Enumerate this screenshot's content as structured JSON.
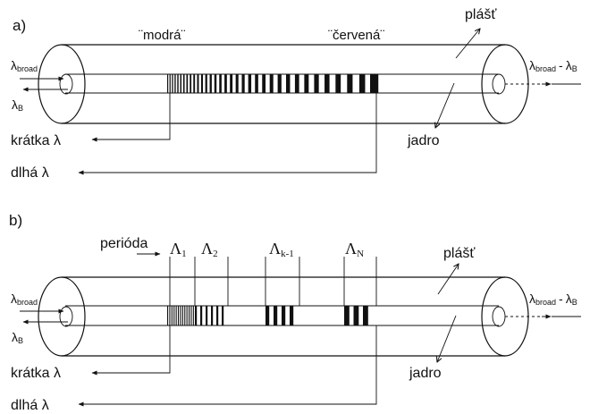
{
  "panel_a": {
    "label": "a)",
    "tag_blue": "¨modrá¨",
    "tag_red": "¨červená¨",
    "cladding": "plášť",
    "core": "jadro",
    "lambda_in_main": "λ",
    "lambda_in_sub": "broad",
    "lambda_refl_main": "λ",
    "lambda_refl_sub": "B",
    "out_main1": "λ",
    "out_sub1": "broad",
    "out_sep": "-",
    "out_main2": "λ",
    "out_sub2": "B",
    "short_label": "krátka λ",
    "long_label": "dlhá λ"
  },
  "panel_b": {
    "label": "b)",
    "period_label": "perioda",
    "period_label_accent": "perióda",
    "L1_main": "Λ",
    "L1_sub": "1",
    "L2_main": "Λ",
    "L2_sub": "2",
    "Lk_main": "Λ",
    "Lk_sub": "k-1",
    "LN_main": "Λ",
    "LN_sub": "N",
    "cladding": "plášť",
    "core": "jadro",
    "lambda_in_main": "λ",
    "lambda_in_sub": "broad",
    "lambda_refl_main": "λ",
    "lambda_refl_sub": "B",
    "out_main1": "λ",
    "out_sub1": "broad",
    "out_sep": "-",
    "out_main2": "λ",
    "out_sub2": "B",
    "short_label": "krátka λ",
    "long_label": "dlhá λ"
  }
}
